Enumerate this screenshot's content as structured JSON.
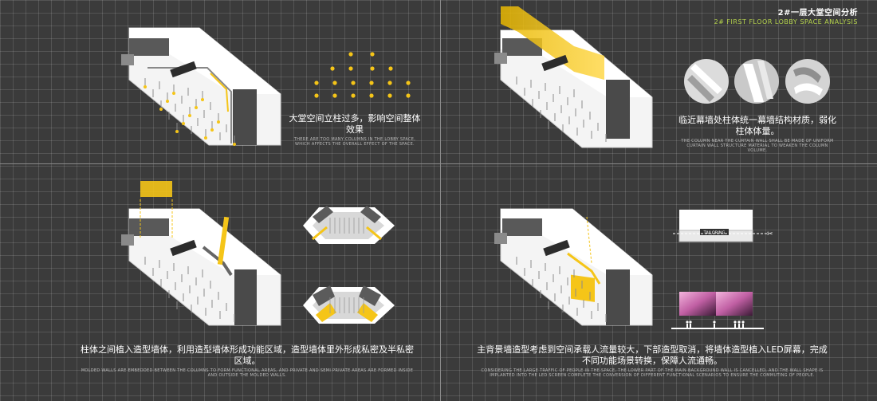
{
  "header": {
    "title_cn": "2#一层大堂空间分析",
    "title_en": "2# FIRST FLOOR LOBBY SPACE ANALYSIS"
  },
  "panels": [
    {
      "caption_cn": "大堂空间立柱过多，影响空间整体效果",
      "caption_en": "THERE ARE TOO MANY COLUMNS IN THE LOBBY SPACE, WHICH AFFECTS THE OVERALL EFFECT OF THE SPACE."
    },
    {
      "caption_cn": "临近幕墙处柱体统一幕墙结构材质，弱化柱体体量。",
      "caption_en": "THE COLUMN NEAR THE CURTAIN WALL SHALL BE MADE OF UNIFORM CURTAIN WALL STRUCTURE MATERIAL TO WEAKEN THE COLUMN VOLUME."
    },
    {
      "caption_cn": "柱体之间植入造型墙体，利用造型墙体形成功能区域，造型墙体里外形成私密及半私密区域。",
      "caption_en": "MOLDED WALLS ARE EMBEDDED BETWEEN THE COLUMNS TO FORM FUNCTIONAL AREAS, AND PRIVATE AND SEMI PRIVATE AREAS ARE FORMED INSIDE AND OUTSIDE THE MOLDED WALLS."
    },
    {
      "caption_cn": "主背景墙造型考虑到空间承载人流量较大，下部造型取消，将墙体造型植入LED屏幕，完成不同功能场景转换，保障人流通畅。",
      "caption_en": "CONSIDERING THE LARGE TRAFFIC OF PEOPLE IN THE SPACE, THE LOWER PART OF THE MAIN BACKGROUND WALL IS CANCELLED, AND THE WALL SHAPE IS IMPLANTED INTO THE LED SCREEN COMPLETE THE CONVERSION OF DIFFERENT FUNCTIONAL SCENARIOS TO ENSURE THE COMMUTING OF PEOPLE."
    }
  ],
  "tailoring_label": "TAILORING",
  "colors": {
    "accent_yellow": "#f5c518",
    "header_green": "#b5d34c",
    "led_pink": "#d977b8"
  }
}
